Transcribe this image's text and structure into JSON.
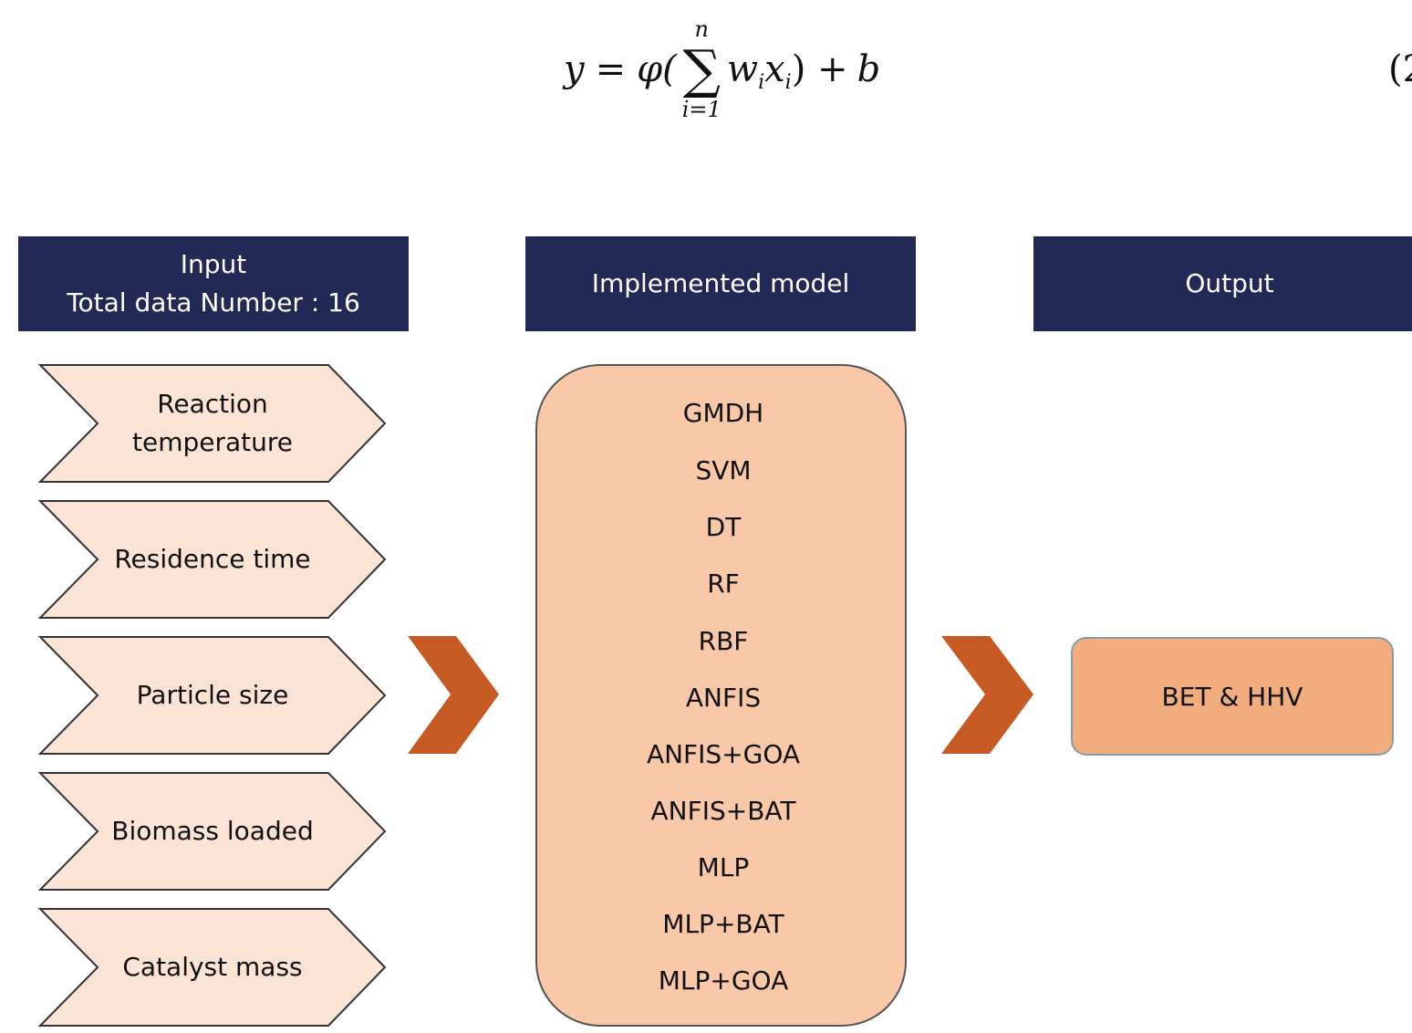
{
  "equation": {
    "lhs": "y",
    "equals": "=",
    "func": "φ(",
    "sum_symbol": "∑",
    "upper_limit": "n",
    "lower_limit": "i=1",
    "term": "w",
    "sub_i1": "i",
    "term2": "x",
    "sub_i2": "i",
    "close_plus": ") +",
    "bias": "b",
    "number": "(2"
  },
  "headers": {
    "input_line1": "Input",
    "input_line2": "Total data Number : 16",
    "model": "Implemented model",
    "output": "Output"
  },
  "inputs": [
    "Reaction temperature",
    "Residence time",
    "Particle size",
    "Biomass loaded",
    "Catalyst mass"
  ],
  "models": [
    "GMDH",
    "SVM",
    "DT",
    "RF",
    "RBF",
    "ANFIS",
    "ANFIS+GOA",
    "ANFIS+BAT",
    "MLP",
    "MLP+BAT",
    "MLP+GOA"
  ],
  "output_value": "BET & HHV",
  "colors": {
    "header_bg": "#222955",
    "input_fill": "#fbe3d5",
    "model_fill": "#f8c8a8",
    "output_fill": "#f2ad7f",
    "arrow": "#c55a24"
  }
}
